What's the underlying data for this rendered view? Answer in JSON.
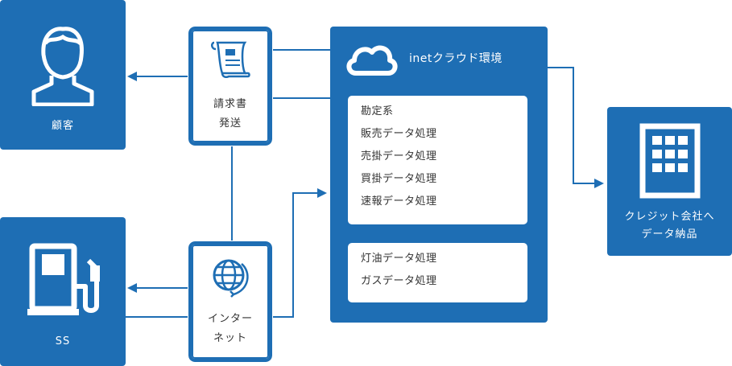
{
  "customer": {
    "label": "顧客"
  },
  "station": {
    "label": "SS"
  },
  "invoice": {
    "line1": "請求書",
    "line2": "発送"
  },
  "internet": {
    "line1": "インター",
    "line2": "ネット"
  },
  "cloud": {
    "title": "inetクラウド環境",
    "group1": [
      "勘定系",
      "販売データ処理",
      "売掛データ処理",
      "買掛データ処理",
      "速報データ処理"
    ],
    "group2": [
      "灯油データ処理",
      "ガスデータ処理"
    ]
  },
  "company": {
    "line1": "クレジット会社へ",
    "line2": "データ納品"
  },
  "colors": {
    "primary": "#1e6eb4",
    "text": "#333333",
    "background": "#ffffff"
  }
}
